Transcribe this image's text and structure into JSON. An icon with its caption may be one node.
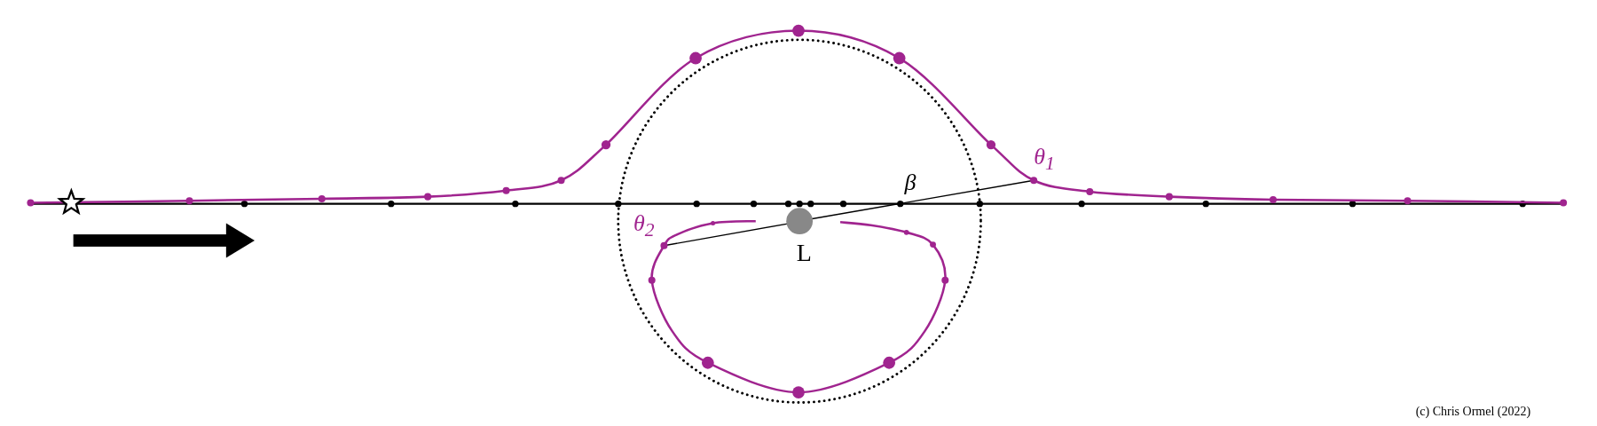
{
  "diagram": {
    "labels": [
      "θ$_{1}$",
      "β",
      "θ$_{2}$",
      "L",
      "(c) Chris Ormel (2022)"
    ]
  }
}
